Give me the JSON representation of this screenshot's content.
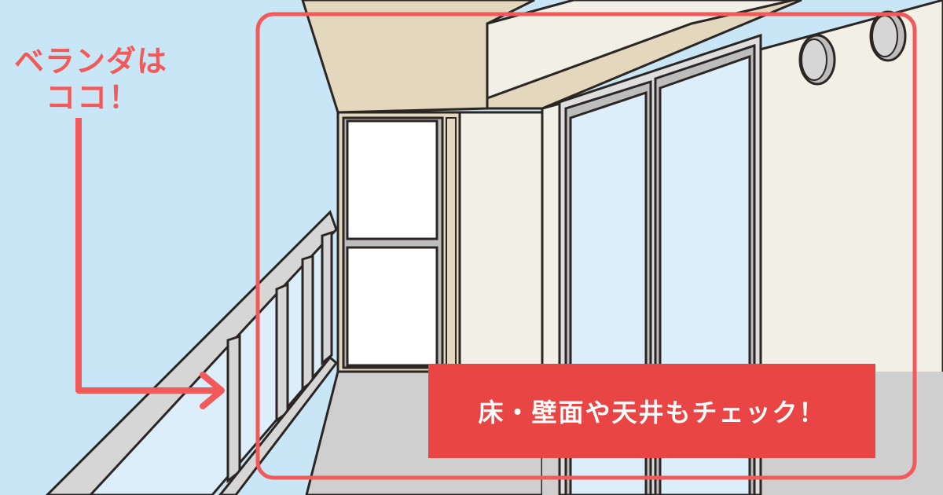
{
  "annotation": {
    "label_line1": "ベランダは",
    "label_line2": "ココ！",
    "callout_text": "床・壁面や天井もチェック！"
  },
  "colors": {
    "sky": "#c9e6f7",
    "accent": "#f25a5a",
    "callout": "#e94545",
    "wall": "#f2efe6",
    "ceiling": "#e3d8bd",
    "floor": "#cfcfcf",
    "glass": "#dceef9"
  }
}
